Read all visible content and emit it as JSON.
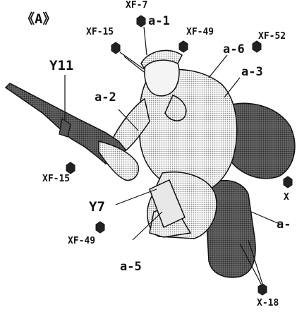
{
  "figure": {
    "panel_label": "《A》",
    "parts": {
      "a1": "a-1",
      "a2": "a-2",
      "a3": "a-3",
      "a5": "a-5",
      "a6": "a-6",
      "a_right": "a-",
      "y11": "Y11",
      "y7": "Y7"
    },
    "paints": {
      "xf7": "XF-7",
      "xf15_top": "XF-15",
      "xf49_top": "XF-49",
      "xf52": "XF-52",
      "xf15_left": "XF-15",
      "xf49_left": "XF-49",
      "x_right": "X",
      "x18": "X-18"
    },
    "colors": {
      "ink": "#111111",
      "shade": "#9a9a9a",
      "dark": "#4a4a4a"
    }
  }
}
